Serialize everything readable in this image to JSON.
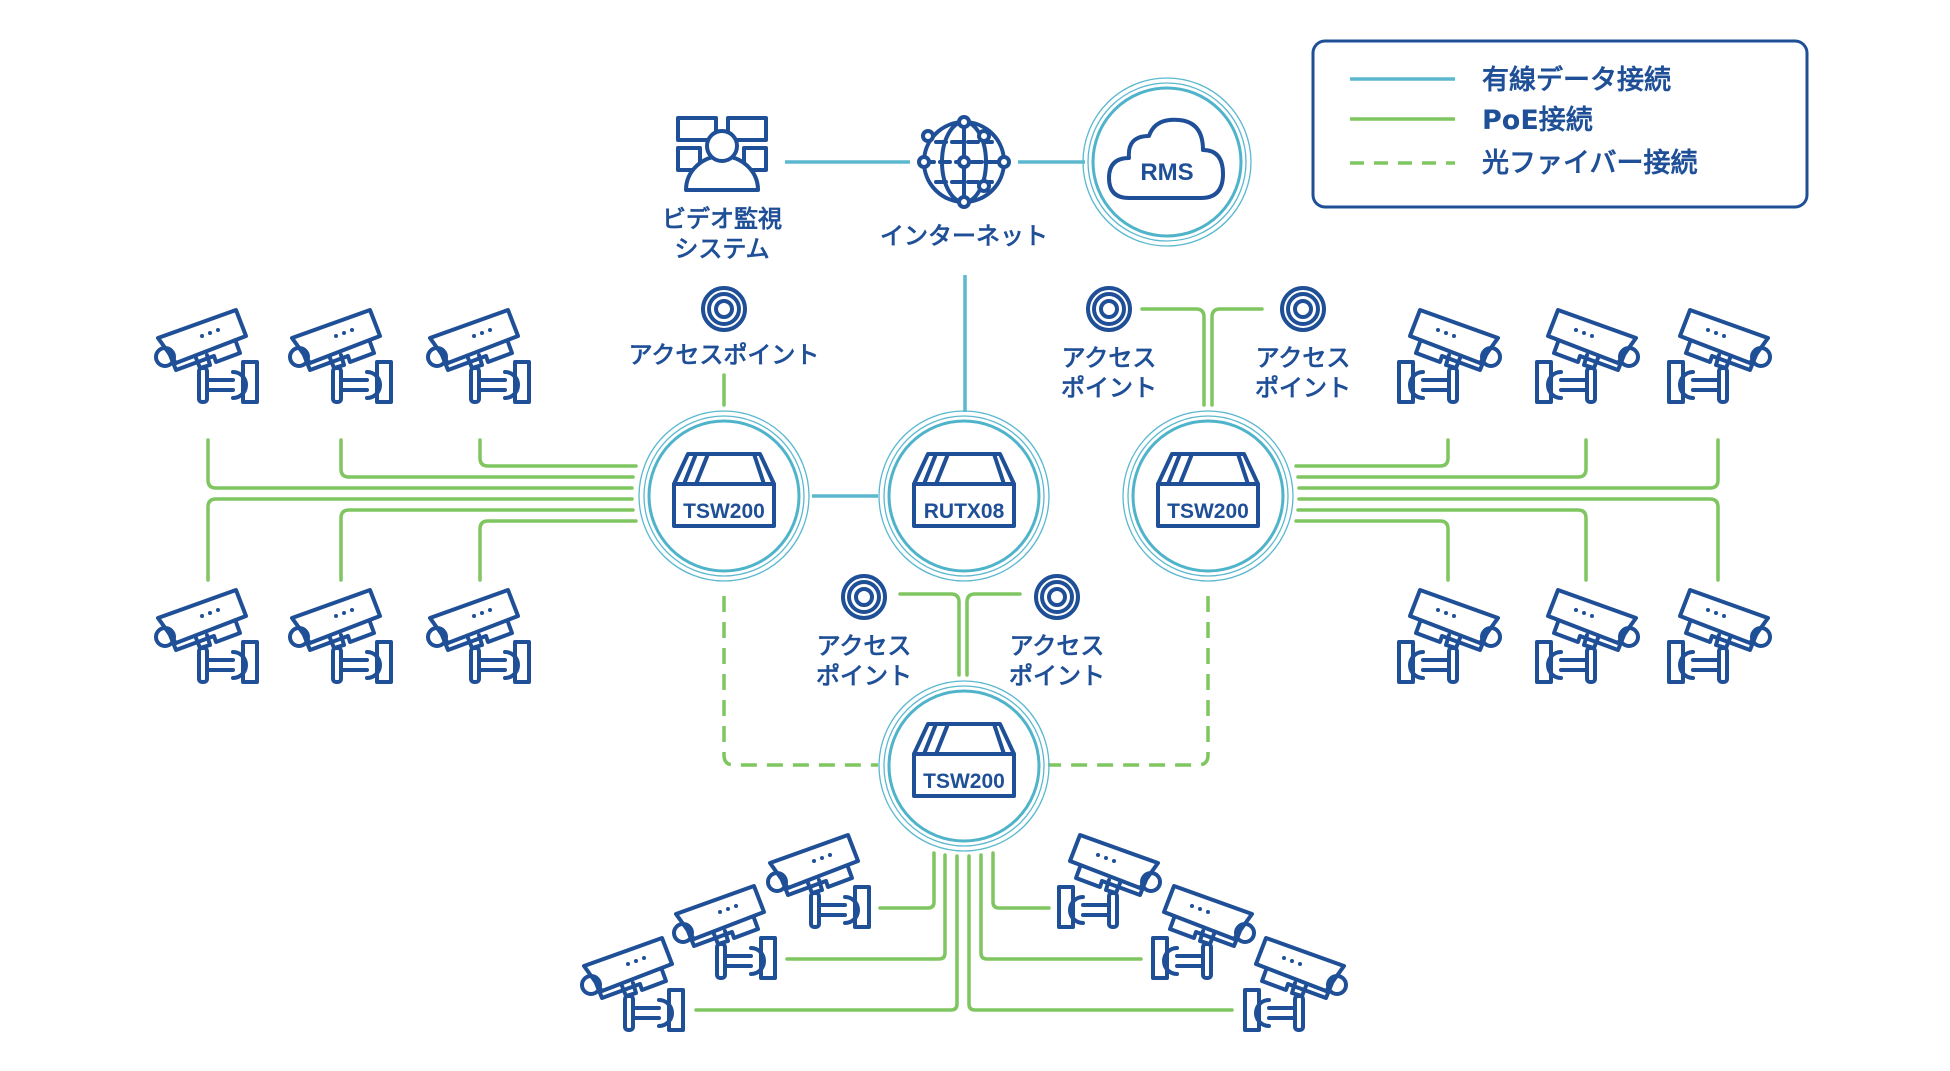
{
  "colors": {
    "label": "#1f4f97",
    "wired": "#5bb8cf",
    "poe": "#7fc660",
    "fiber": "#7fc660",
    "legend_border": "#1f4f97"
  },
  "legend": {
    "items": [
      {
        "label": "有線データ接続",
        "style": "wired"
      },
      {
        "label": "PoE接続",
        "style": "poe"
      },
      {
        "label": "光ファイバー接続",
        "style": "fiber"
      }
    ]
  },
  "nodes": {
    "vms": {
      "line1": "ビデオ監視",
      "line2": "システム",
      "icon": "video-surveillance-icon"
    },
    "internet": {
      "label": "インターネット",
      "icon": "globe-network-icon"
    },
    "rms": {
      "label": "RMS",
      "icon": "cloud-icon"
    },
    "router": {
      "label": "RUTX08",
      "icon": "router-icon"
    },
    "switch_left": {
      "label": "TSW200",
      "icon": "switch-icon"
    },
    "switch_right": {
      "label": "TSW200",
      "icon": "switch-icon"
    },
    "switch_bottom": {
      "label": "TSW200",
      "icon": "switch-icon"
    },
    "ap_left": {
      "label": "アクセスポイント"
    },
    "ap_right_a": {
      "line1": "アクセス",
      "line2": "ポイント"
    },
    "ap_right_b": {
      "line1": "アクセス",
      "line2": "ポイント"
    },
    "ap_bottom_a": {
      "line1": "アクセス",
      "line2": "ポイント"
    },
    "ap_bottom_b": {
      "line1": "アクセス",
      "line2": "ポイント"
    }
  },
  "cameras": {
    "left_group": 6,
    "right_group": 6,
    "bottom_group": 6
  }
}
